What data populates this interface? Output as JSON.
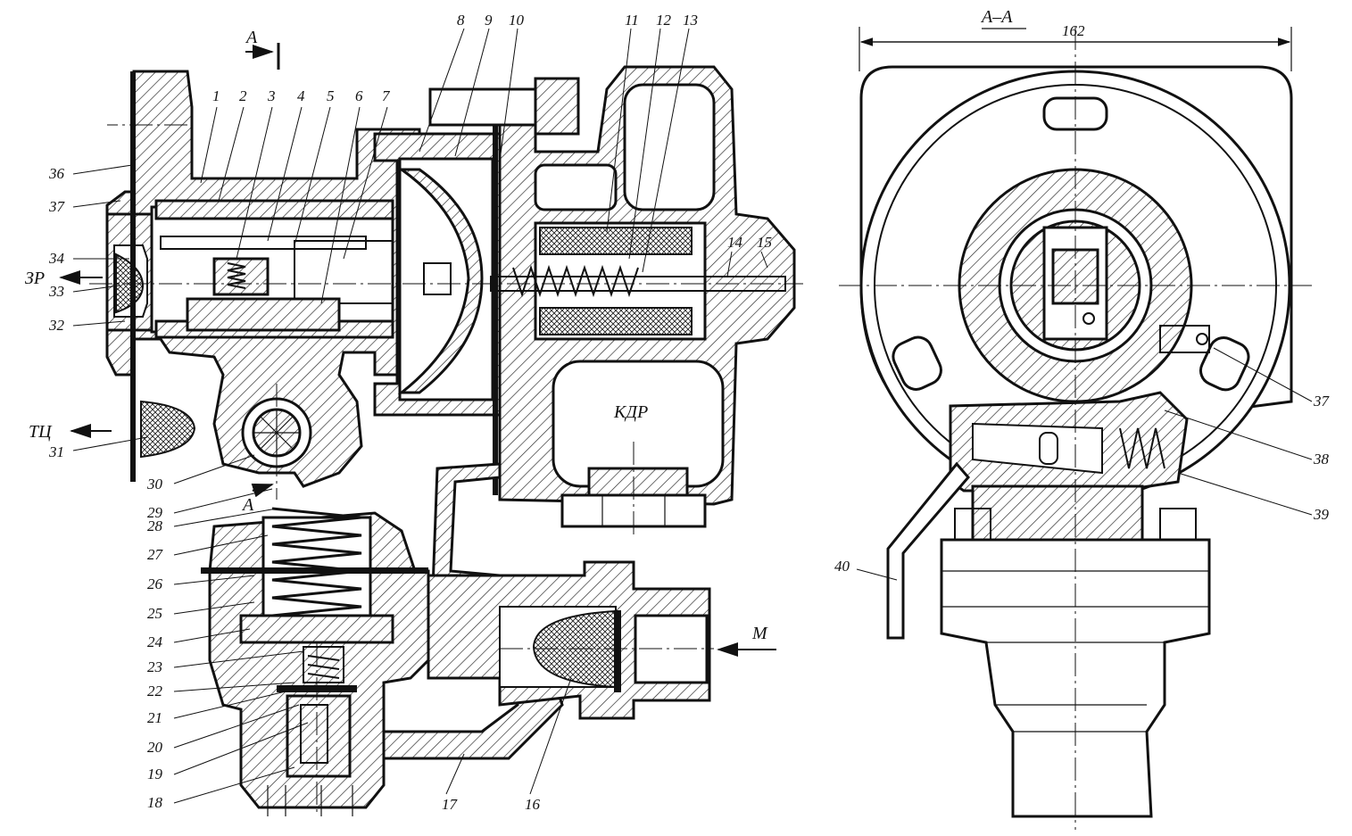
{
  "section_title": "А–А",
  "section_marker": "А",
  "dimension": "162",
  "ports": {
    "tc": "ТЦ",
    "zr": "ЗР",
    "m": "М",
    "kdr": "КДР",
    "a_mark": "А"
  },
  "left_labels": [
    "1",
    "2",
    "3",
    "4",
    "5",
    "6",
    "7",
    "8",
    "9",
    "10",
    "11",
    "12",
    "13",
    "14",
    "15"
  ],
  "side_labels": [
    "36",
    "37",
    "34",
    "33",
    "32",
    "31",
    "30",
    "29",
    "28",
    "27",
    "26",
    "25",
    "24",
    "23",
    "22",
    "21",
    "20",
    "19",
    "18",
    "17",
    "16"
  ],
  "right_labels": [
    "37",
    "38",
    "39",
    "40"
  ]
}
